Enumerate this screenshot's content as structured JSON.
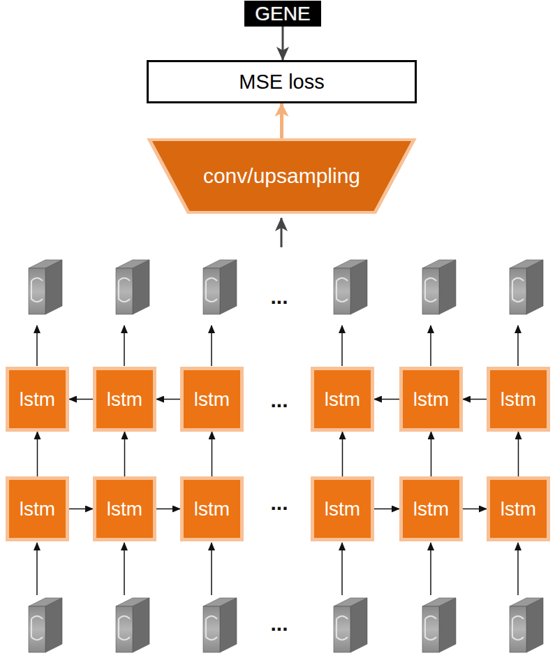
{
  "diagram": {
    "nodes": [
      {
        "text": [
          "GENE"
        ]
      },
      {
        "text": [
          "MSE loss"
        ]
      },
      {
        "text": [
          "conv/upsampling"
        ]
      },
      {
        "text": [
          "lstm"
        ]
      },
      {
        "text": [
          "lstm"
        ]
      },
      {
        "text": [
          "lstm"
        ]
      },
      {
        "text": [
          "lstm"
        ]
      },
      {
        "text": [
          "lstm"
        ]
      },
      {
        "text": [
          "lstm"
        ]
      },
      {
        "text": [
          "lstm"
        ]
      },
      {
        "text": [
          "lstm"
        ]
      },
      {
        "text": [
          "lstm"
        ]
      },
      {
        "text": [
          "lstm"
        ]
      },
      {
        "text": [
          "lstm"
        ]
      },
      {
        "text": [
          "lstm"
        ]
      }
    ],
    "edges": [
      {
        "from": 0,
        "to": 1,
        "arrow": "to"
      },
      {
        "from": 2,
        "to": 1,
        "arrow": "to"
      },
      {
        "from": 4,
        "to": 3,
        "arrow": "to"
      },
      {
        "from": 5,
        "to": 4,
        "arrow": "to"
      },
      {
        "from": 7,
        "to": 6,
        "arrow": "to"
      },
      {
        "from": 8,
        "to": 7,
        "arrow": "to"
      },
      {
        "from": 9,
        "to": 10,
        "arrow": "to"
      },
      {
        "from": 10,
        "to": 11,
        "arrow": "to"
      },
      {
        "from": 12,
        "to": 13,
        "arrow": "to"
      },
      {
        "from": 13,
        "to": 14,
        "arrow": "to"
      },
      {
        "from": 9,
        "to": 3,
        "arrow": "to"
      },
      {
        "from": 10,
        "to": 4,
        "arrow": "to"
      },
      {
        "from": 11,
        "to": 5,
        "arrow": "to"
      },
      {
        "from": 12,
        "to": 6,
        "arrow": "to"
      },
      {
        "from": 13,
        "to": 7,
        "arrow": "to"
      },
      {
        "from": 14,
        "to": 8,
        "arrow": "to"
      }
    ],
    "labels": [
      "...",
      "...",
      "...",
      "..."
    ]
  }
}
